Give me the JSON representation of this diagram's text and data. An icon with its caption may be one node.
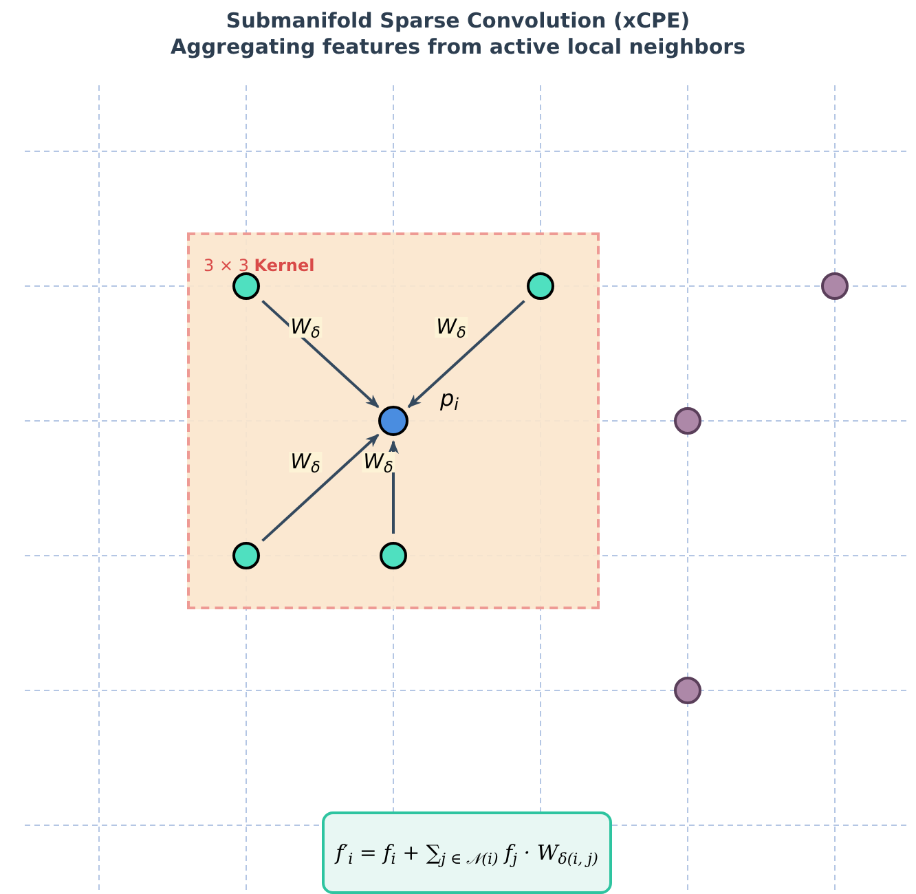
{
  "diagram": {
    "title": "Submanifold Sparse Convolution (xCPE)",
    "nodes": [
      {
        "text": [
          "3 × 3 **Kernel**"
        ]
      },
      {
        "text": [],
        "shape": "circle",
        "in": 0
      },
      {
        "text": [],
        "shape": "circle",
        "in": 0
      },
      {
        "text": [],
        "shape": "circle",
        "in": 0,
        "beside": [
          "p$_{i}$"
        ]
      },
      {
        "text": [],
        "shape": "circle",
        "in": 0
      },
      {
        "text": [],
        "shape": "circle",
        "in": 0
      },
      {
        "text": [],
        "shape": "circle"
      },
      {
        "text": [],
        "shape": "circle"
      },
      {
        "text": [],
        "shape": "circle"
      },
      {
        "text": [
          "f′$_{i}$ = f$_{i}$ + ∑$_{j ∈ 𝒩(i)}$ f$_{j}$ · W$_{δ(i, j)}$"
        ]
      }
    ],
    "edges": [
      {
        "from": 1,
        "to": 3,
        "arrow": "to",
        "label": "W$_{δ}$"
      },
      {
        "from": 2,
        "to": 3,
        "arrow": "to",
        "label": "W$_{δ}$"
      },
      {
        "from": 4,
        "to": 3,
        "arrow": "to",
        "label": "W$_{δ}$"
      },
      {
        "from": 5,
        "to": 3,
        "arrow": "to",
        "label": "W$_{δ}$"
      }
    ],
    "labels": [
      "Aggregating features from active local neighbors"
    ]
  }
}
